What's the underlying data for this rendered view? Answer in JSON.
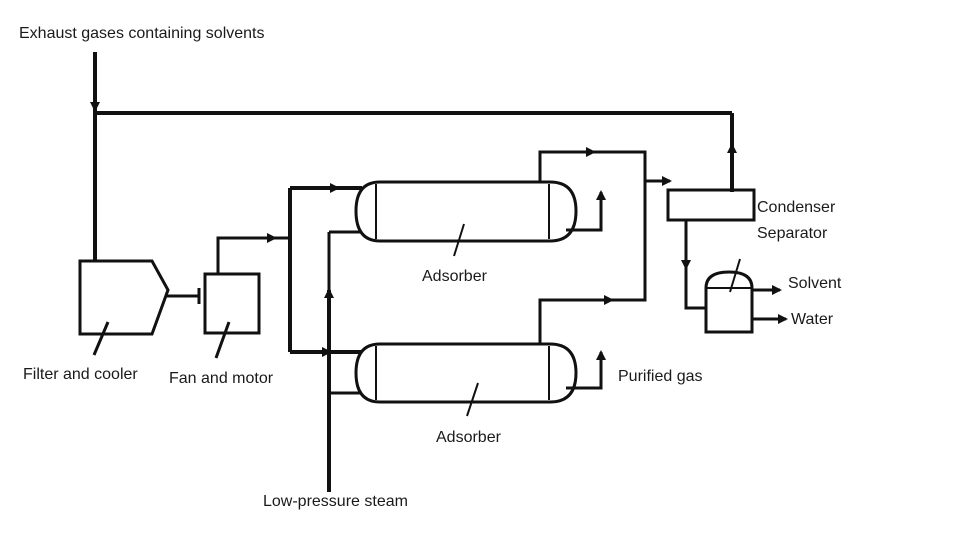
{
  "labels": {
    "exhaust": "Exhaust gases containing solvents",
    "filter_cooler": "Filter and cooler",
    "fan_motor": "Fan and motor",
    "adsorber_top": "Adsorber",
    "adsorber_bottom": "Adsorber",
    "condenser": "Condenser",
    "separator": "Separator",
    "solvent": "Solvent",
    "water": "Water",
    "purified_gas": "Purified gas",
    "steam": "Low-pressure steam"
  },
  "colors": {
    "line": "#111111",
    "background": "#ffffff"
  }
}
